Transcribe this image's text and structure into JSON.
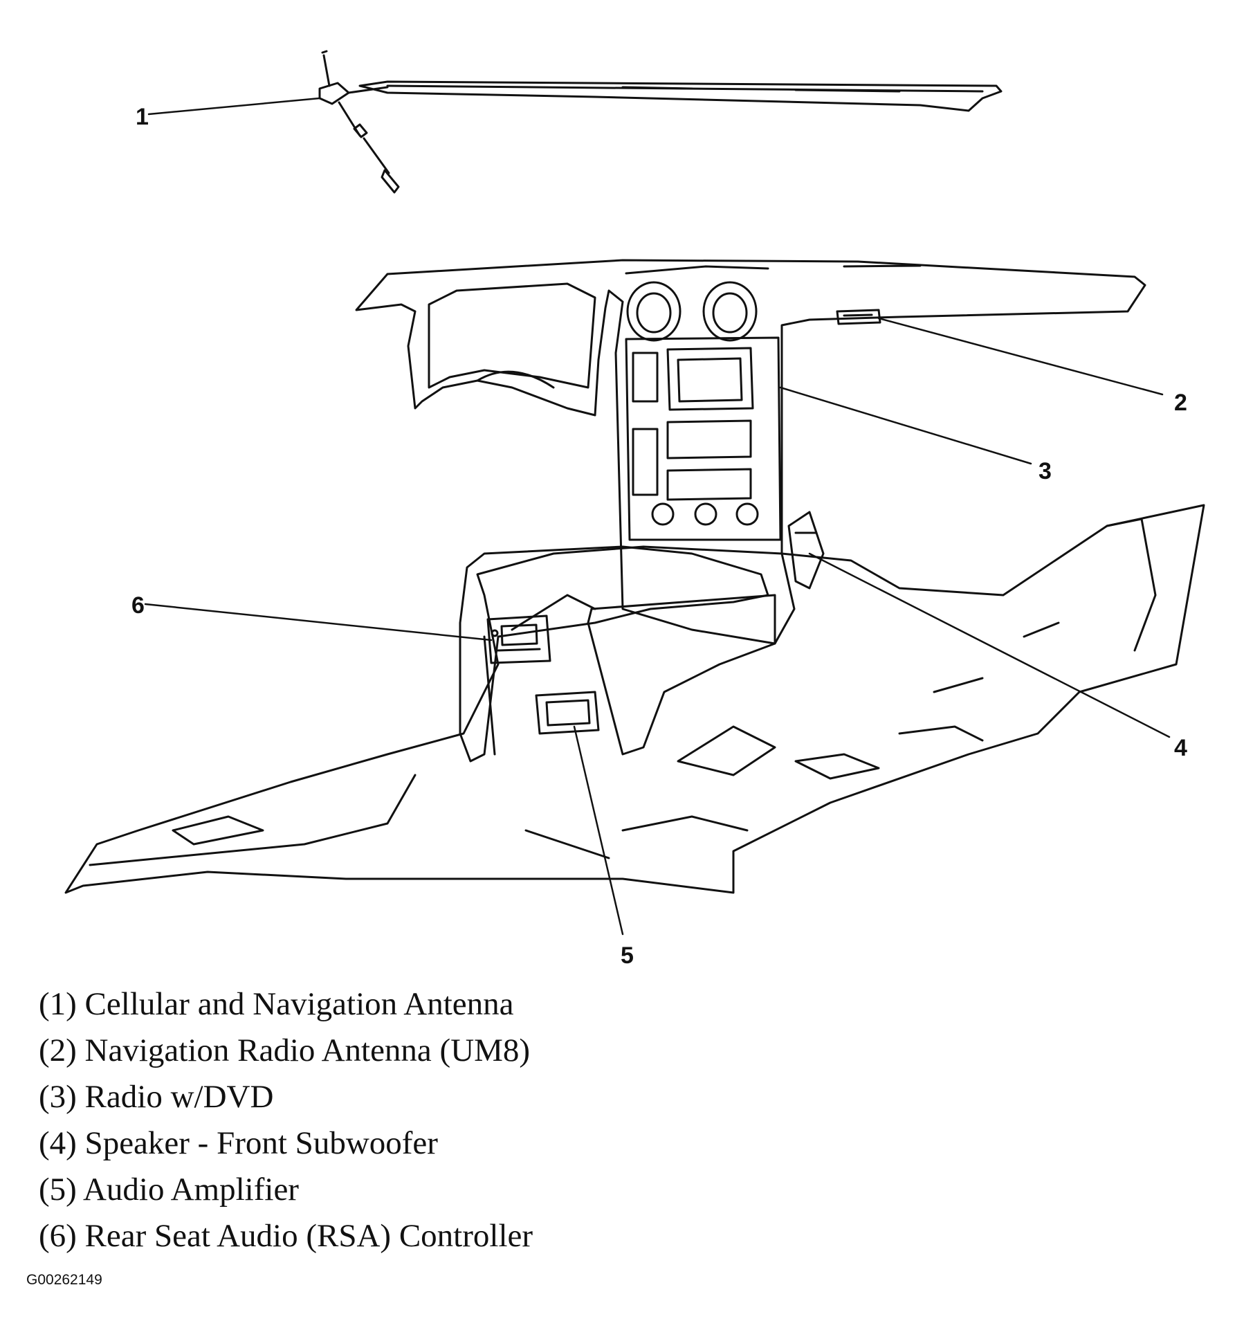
{
  "callouts": [
    "1",
    "2",
    "3",
    "4",
    "5",
    "6"
  ],
  "legend": [
    "(1) Cellular and Navigation Antenna",
    "(2) Navigation Radio Antenna (UM8)",
    "(3) Radio w/DVD",
    "(4) Speaker - Front Subwoofer",
    "(5) Audio Amplifier",
    "(6) Rear Seat Audio (RSA) Controller"
  ],
  "figure_id": "G00262149"
}
